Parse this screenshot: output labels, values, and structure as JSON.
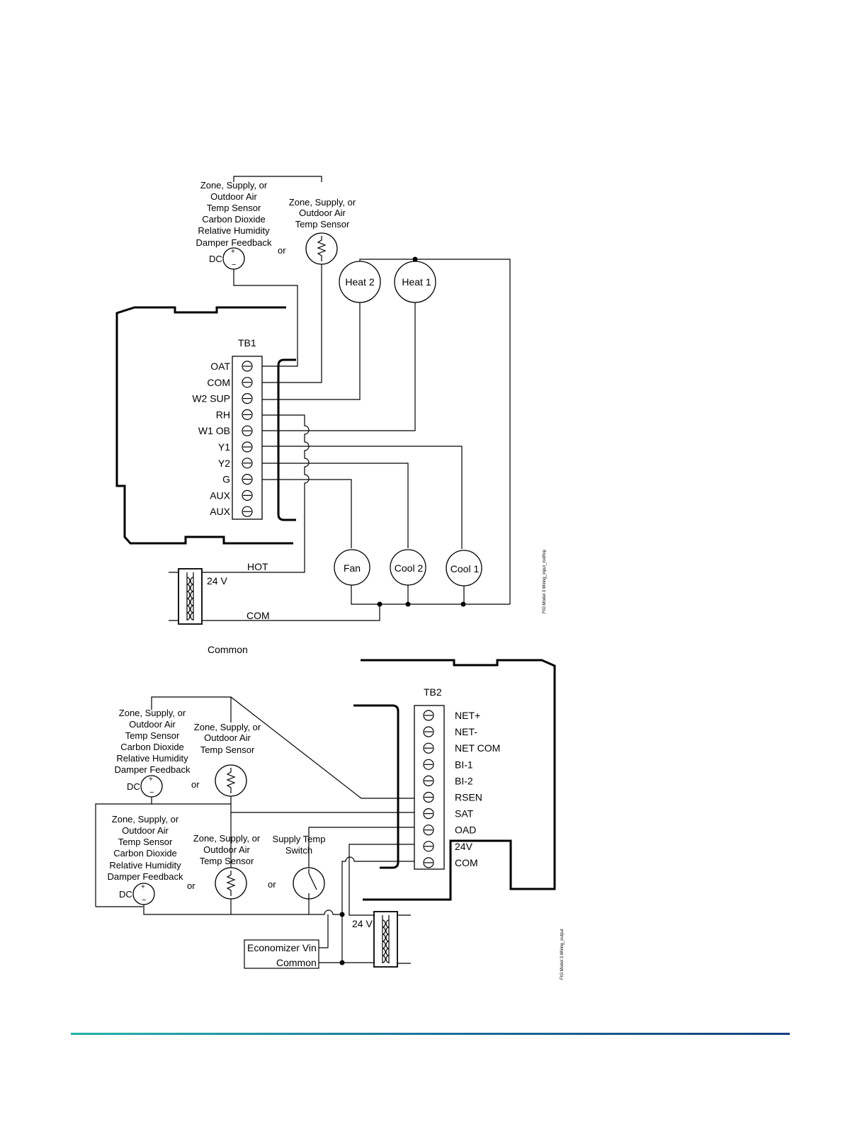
{
  "diagram1": {
    "sensor_a_lines": [
      "Zone, Supply, or",
      "Outdoor Air",
      "Temp Sensor",
      "Carbon Dioxide",
      "Relative Humidity",
      "Damper Feedback"
    ],
    "sensor_b_lines": [
      "Zone, Supply, or",
      "Outdoor Air",
      "Temp Sensor"
    ],
    "dc_label": "DC",
    "or_label": "or",
    "heat2": "Heat 2",
    "heat1": "Heat 1",
    "tb_label": "TB1",
    "terminals": [
      "OAT",
      "COM",
      "W2 SUP",
      "RH",
      "W1 OB",
      "Y1",
      "Y2",
      "G",
      "AUX",
      "AUX"
    ],
    "fan": "Fan",
    "cool2": "Cool 2",
    "cool1": "Cool 1",
    "hot_label": "HOT",
    "v24_label": "24 V",
    "com_label": "COM",
    "common_label": "Common",
    "side_note": "FIG:Model 3 Wiring_input_rooftop"
  },
  "diagram2": {
    "tb_label": "TB2",
    "terminals": [
      "NET+",
      "NET-",
      "NET COM",
      "BI-1",
      "BI-2",
      "RSEN",
      "SAT",
      "OAD",
      "24V",
      "COM"
    ],
    "sensor_a_lines": [
      "Zone, Supply, or",
      "Outdoor Air",
      "Temp Sensor",
      "Carbon Dioxide",
      "Relative Humidity",
      "Damper Feedback"
    ],
    "sensor_b_lines": [
      "Zone, Supply, or",
      "Outdoor Air",
      "Temp Sensor"
    ],
    "sensor_c_lines": [
      "Zone, Supply, or",
      "Outdoor Air",
      "Temp Sensor",
      "Carbon Dioxide",
      "Relative Humidity",
      "Damper Feedback"
    ],
    "sensor_d_lines": [
      "Zone, Supply, or",
      "Outdoor Air",
      "Temp Sensor"
    ],
    "switch_lines": [
      "Supply Temp",
      "Switch"
    ],
    "dc_label": "DC",
    "or_label": "or",
    "v24_label": "24 V",
    "econ_vin": "Economizer Vin",
    "econ_common": "Common",
    "side_note": "FIG:Model 3 Wiring_output"
  }
}
